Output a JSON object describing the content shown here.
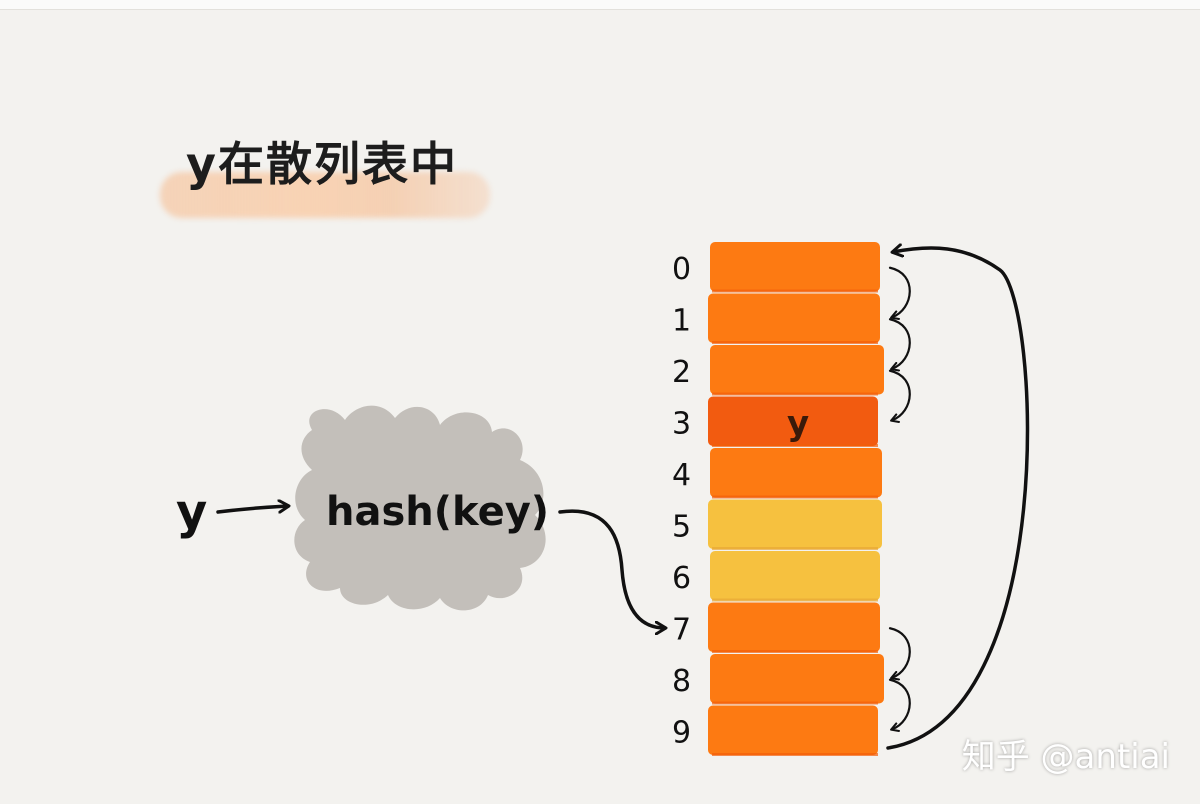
{
  "title": "y在散列表中",
  "input_key": "y",
  "hash_label": "hash(key)",
  "watermark": "知乎 @antiai",
  "table": {
    "indices": [
      "0",
      "1",
      "2",
      "3",
      "4",
      "5",
      "6",
      "7",
      "8",
      "9"
    ],
    "slots": [
      {
        "state": "occupied",
        "label": ""
      },
      {
        "state": "occupied",
        "label": ""
      },
      {
        "state": "occupied",
        "label": ""
      },
      {
        "state": "target",
        "label": "y"
      },
      {
        "state": "occupied",
        "label": ""
      },
      {
        "state": "empty",
        "label": ""
      },
      {
        "state": "empty",
        "label": ""
      },
      {
        "state": "occupied",
        "label": ""
      },
      {
        "state": "occupied",
        "label": ""
      },
      {
        "state": "occupied",
        "label": ""
      }
    ],
    "hash_target_index": 7
  },
  "colors": {
    "occupied": "#fd7a12",
    "occupied_edge": "#f25e0a",
    "target": "#f25b10",
    "empty": "#f6c13f",
    "cloud": "#c3bfba",
    "ink": "#111111",
    "background": "#f3f2ef"
  }
}
